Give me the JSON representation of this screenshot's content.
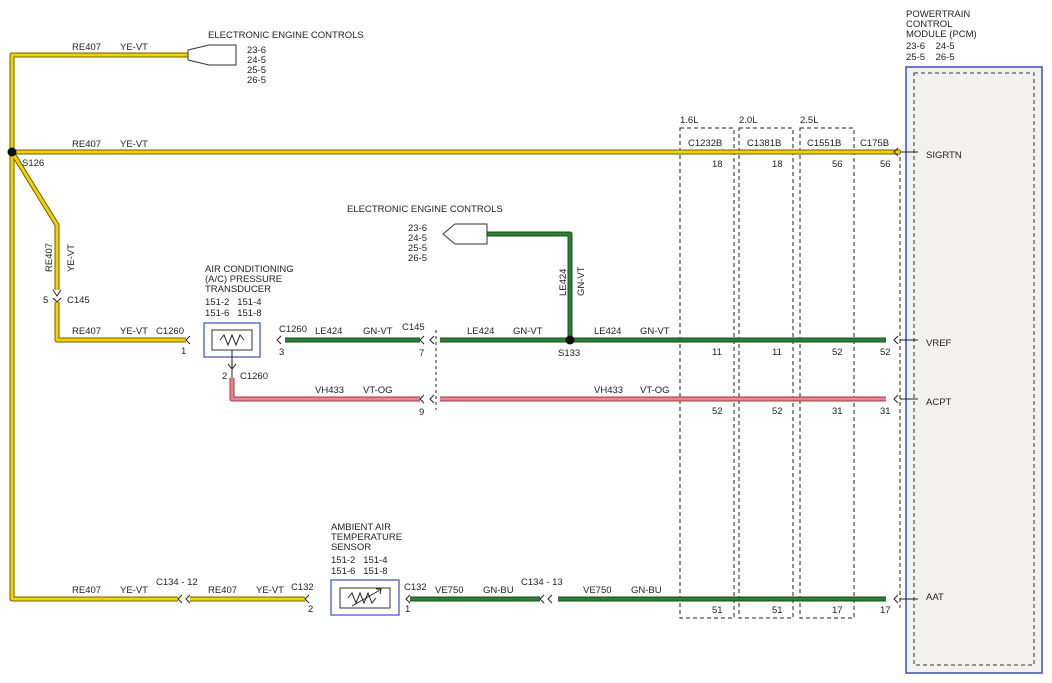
{
  "eec_top": {
    "title": "ELECTRONIC ENGINE CONTROLS",
    "refs": [
      "23-6",
      "24-5",
      "25-5",
      "26-5"
    ]
  },
  "eec_mid": {
    "title": "ELECTRONIC ENGINE CONTROLS",
    "refs": [
      "23-6",
      "24-5",
      "25-5",
      "26-5"
    ]
  },
  "pcm": {
    "title_lines": [
      "POWERTRAIN",
      "CONTROL",
      "MODULE (PCM)",
      "23-6    24-5",
      "25-5    26-5"
    ],
    "pins": {
      "sigrtn": "SIGRTN",
      "vref": "VREF",
      "acpt": "ACPT",
      "aat": "AAT"
    }
  },
  "engines": {
    "e16": {
      "label": "1.6L",
      "connector": "C1232B",
      "sigrtn": "18",
      "vref": "11",
      "acpt": "52",
      "aat": "51"
    },
    "e20": {
      "label": "2.0L",
      "connector": "C1381B",
      "sigrtn": "18",
      "vref": "11",
      "acpt": "52",
      "aat": "51"
    },
    "e25": {
      "label": "2.5L",
      "connector": "C1551B",
      "sigrtn": "56",
      "vref": "52",
      "acpt": "31",
      "aat": "17"
    },
    "pcm": {
      "connector": "C175B",
      "sigrtn": "56",
      "vref": "52",
      "acpt": "31",
      "aat": "17"
    }
  },
  "wires": {
    "re407_top": {
      "circuit": "RE407",
      "color": "YE-VT"
    },
    "re407_sig": {
      "circuit": "RE407",
      "color": "YE-VT"
    },
    "re407_diag_circuit": "RE407",
    "re407_diag_color": "YE-VT",
    "re407_ac": {
      "circuit": "RE407",
      "color": "YE-VT"
    },
    "re407_bot1": {
      "circuit": "RE407",
      "color": "YE-VT"
    },
    "re407_bot2": {
      "circuit": "RE407",
      "color": "YE-VT"
    },
    "le424_a": {
      "circuit": "LE424",
      "color": "GN-VT"
    },
    "le424_b": {
      "circuit": "LE424",
      "color": "GN-VT"
    },
    "le424_c": {
      "circuit": "LE424",
      "color": "GN-VT"
    },
    "le424_vert_circuit": "LE424",
    "le424_vert_color": "GN-VT",
    "vh433_a": {
      "circuit": "VH433",
      "color": "VT-OG"
    },
    "vh433_b": {
      "circuit": "VH433",
      "color": "VT-OG"
    },
    "ve750_a": {
      "circuit": "VE750",
      "color": "GN-BU"
    },
    "ve750_b": {
      "circuit": "VE750",
      "color": "GN-BU"
    }
  },
  "splices": {
    "s126": "S126",
    "s133": "S133"
  },
  "connectors": {
    "c145_top": {
      "name": "C145",
      "pin": "5"
    },
    "c145_mid": {
      "name": "C145",
      "pin_vref": "7",
      "pin_acpt": "9"
    },
    "c1260_left": {
      "name": "C1260",
      "pin": "1"
    },
    "c1260_right": {
      "name": "C1260",
      "pin": "3"
    },
    "c1260_bottom": {
      "name": "C1260",
      "pin": "2"
    },
    "c134_12": "C134 - 12",
    "c134_13": "C134 - 13",
    "c132_left": {
      "name": "C132",
      "pin": "2"
    },
    "c132_right": {
      "name": "C132",
      "pin": "1"
    }
  },
  "components": {
    "ac_transducer": {
      "title_lines": [
        "AIR CONDITIONING",
        "(A/C) PRESSURE",
        "TRANSDUCER"
      ],
      "refs": [
        "151-2   151-4",
        "151-6   151-8"
      ]
    },
    "aat_sensor": {
      "title_lines": [
        "AMBIENT AIR",
        "TEMPERATURE",
        "SENSOR"
      ],
      "refs": [
        "151-2   151-4",
        "151-6   151-8"
      ]
    }
  },
  "colors": {
    "yellow": "#f4d000",
    "green": "#2e7d32",
    "pink": "#e8868f",
    "pcm_border": "#3b4cc0",
    "pcm_fill": "#f3f1ef"
  }
}
